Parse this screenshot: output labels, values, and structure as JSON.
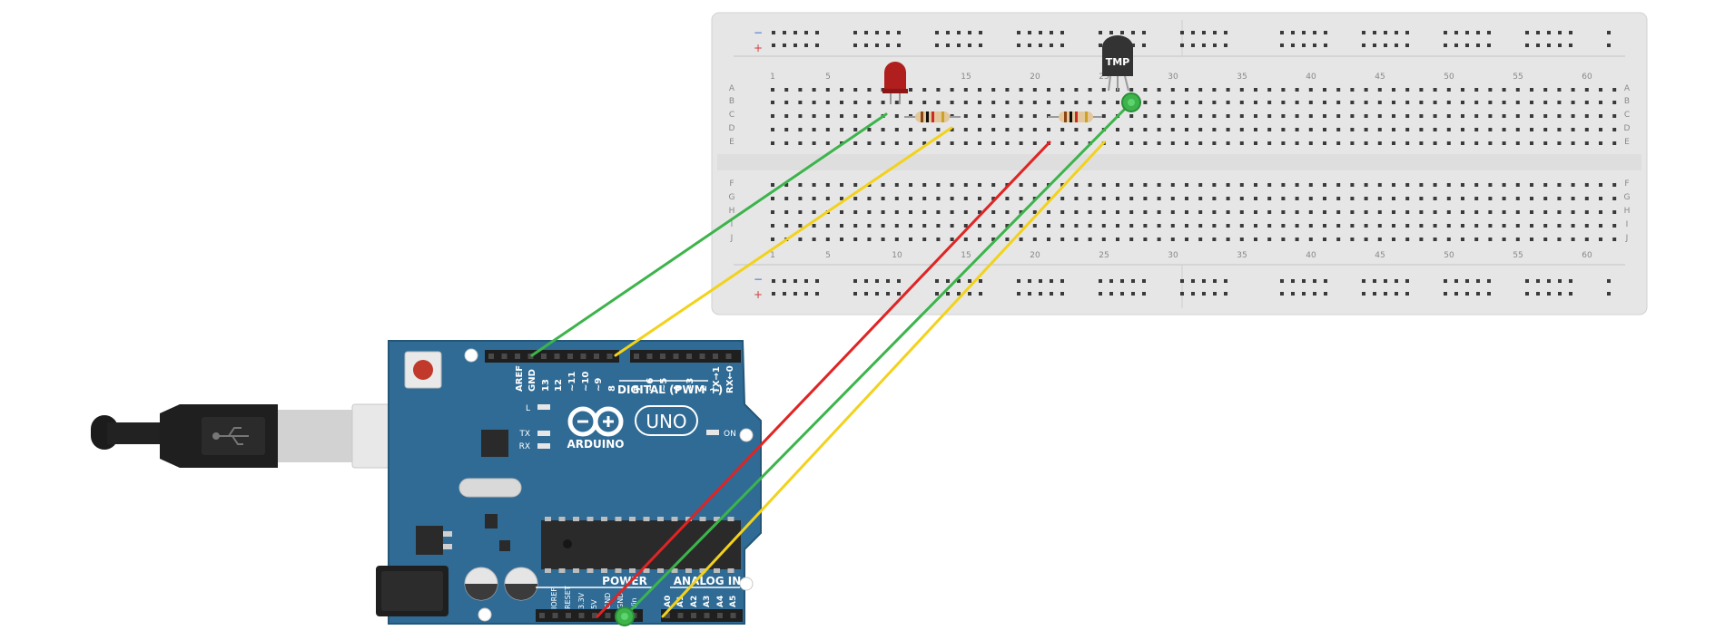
{
  "breadboard": {
    "column_numbers": [
      "1",
      "5",
      "10",
      "15",
      "20",
      "25",
      "30",
      "35",
      "40",
      "45",
      "50",
      "55",
      "60"
    ],
    "row_letters_top": [
      "A",
      "B",
      "C",
      "D",
      "E"
    ],
    "row_letters_bottom": [
      "F",
      "G",
      "H",
      "I",
      "J"
    ],
    "rail_minus": "−",
    "rail_plus": "+"
  },
  "sensor": {
    "label": "TMP"
  },
  "arduino": {
    "brand": "ARDUINO",
    "model": "UNO",
    "digital_header": "DIGITAL (PWM ~)",
    "digital_pins": [
      "AREF",
      "GND",
      "13",
      "12",
      "~11",
      "~10",
      "~9",
      "8",
      "7",
      "~6",
      "~5",
      "4",
      "~3",
      "2",
      "TX→1",
      "RX←0"
    ],
    "power_label": "POWER",
    "power_pins": [
      "IOREF",
      "RESET",
      "3.3V",
      "5V",
      "GND",
      "GND",
      "Vin"
    ],
    "analog_label": "ANALOG IN",
    "analog_pins": [
      "A0",
      "A1",
      "A2",
      "A3",
      "A4",
      "A5"
    ],
    "led_l": "L",
    "led_tx": "TX",
    "led_rx": "RX",
    "led_on": "ON"
  },
  "colors": {
    "breadboard": "#e8e8e8",
    "board": "#2f6b95",
    "wire_green": "#3cb44b",
    "wire_yellow": "#f2d21b",
    "wire_red": "#e02424",
    "led": "#b01e1e",
    "sensor": "#333333"
  }
}
